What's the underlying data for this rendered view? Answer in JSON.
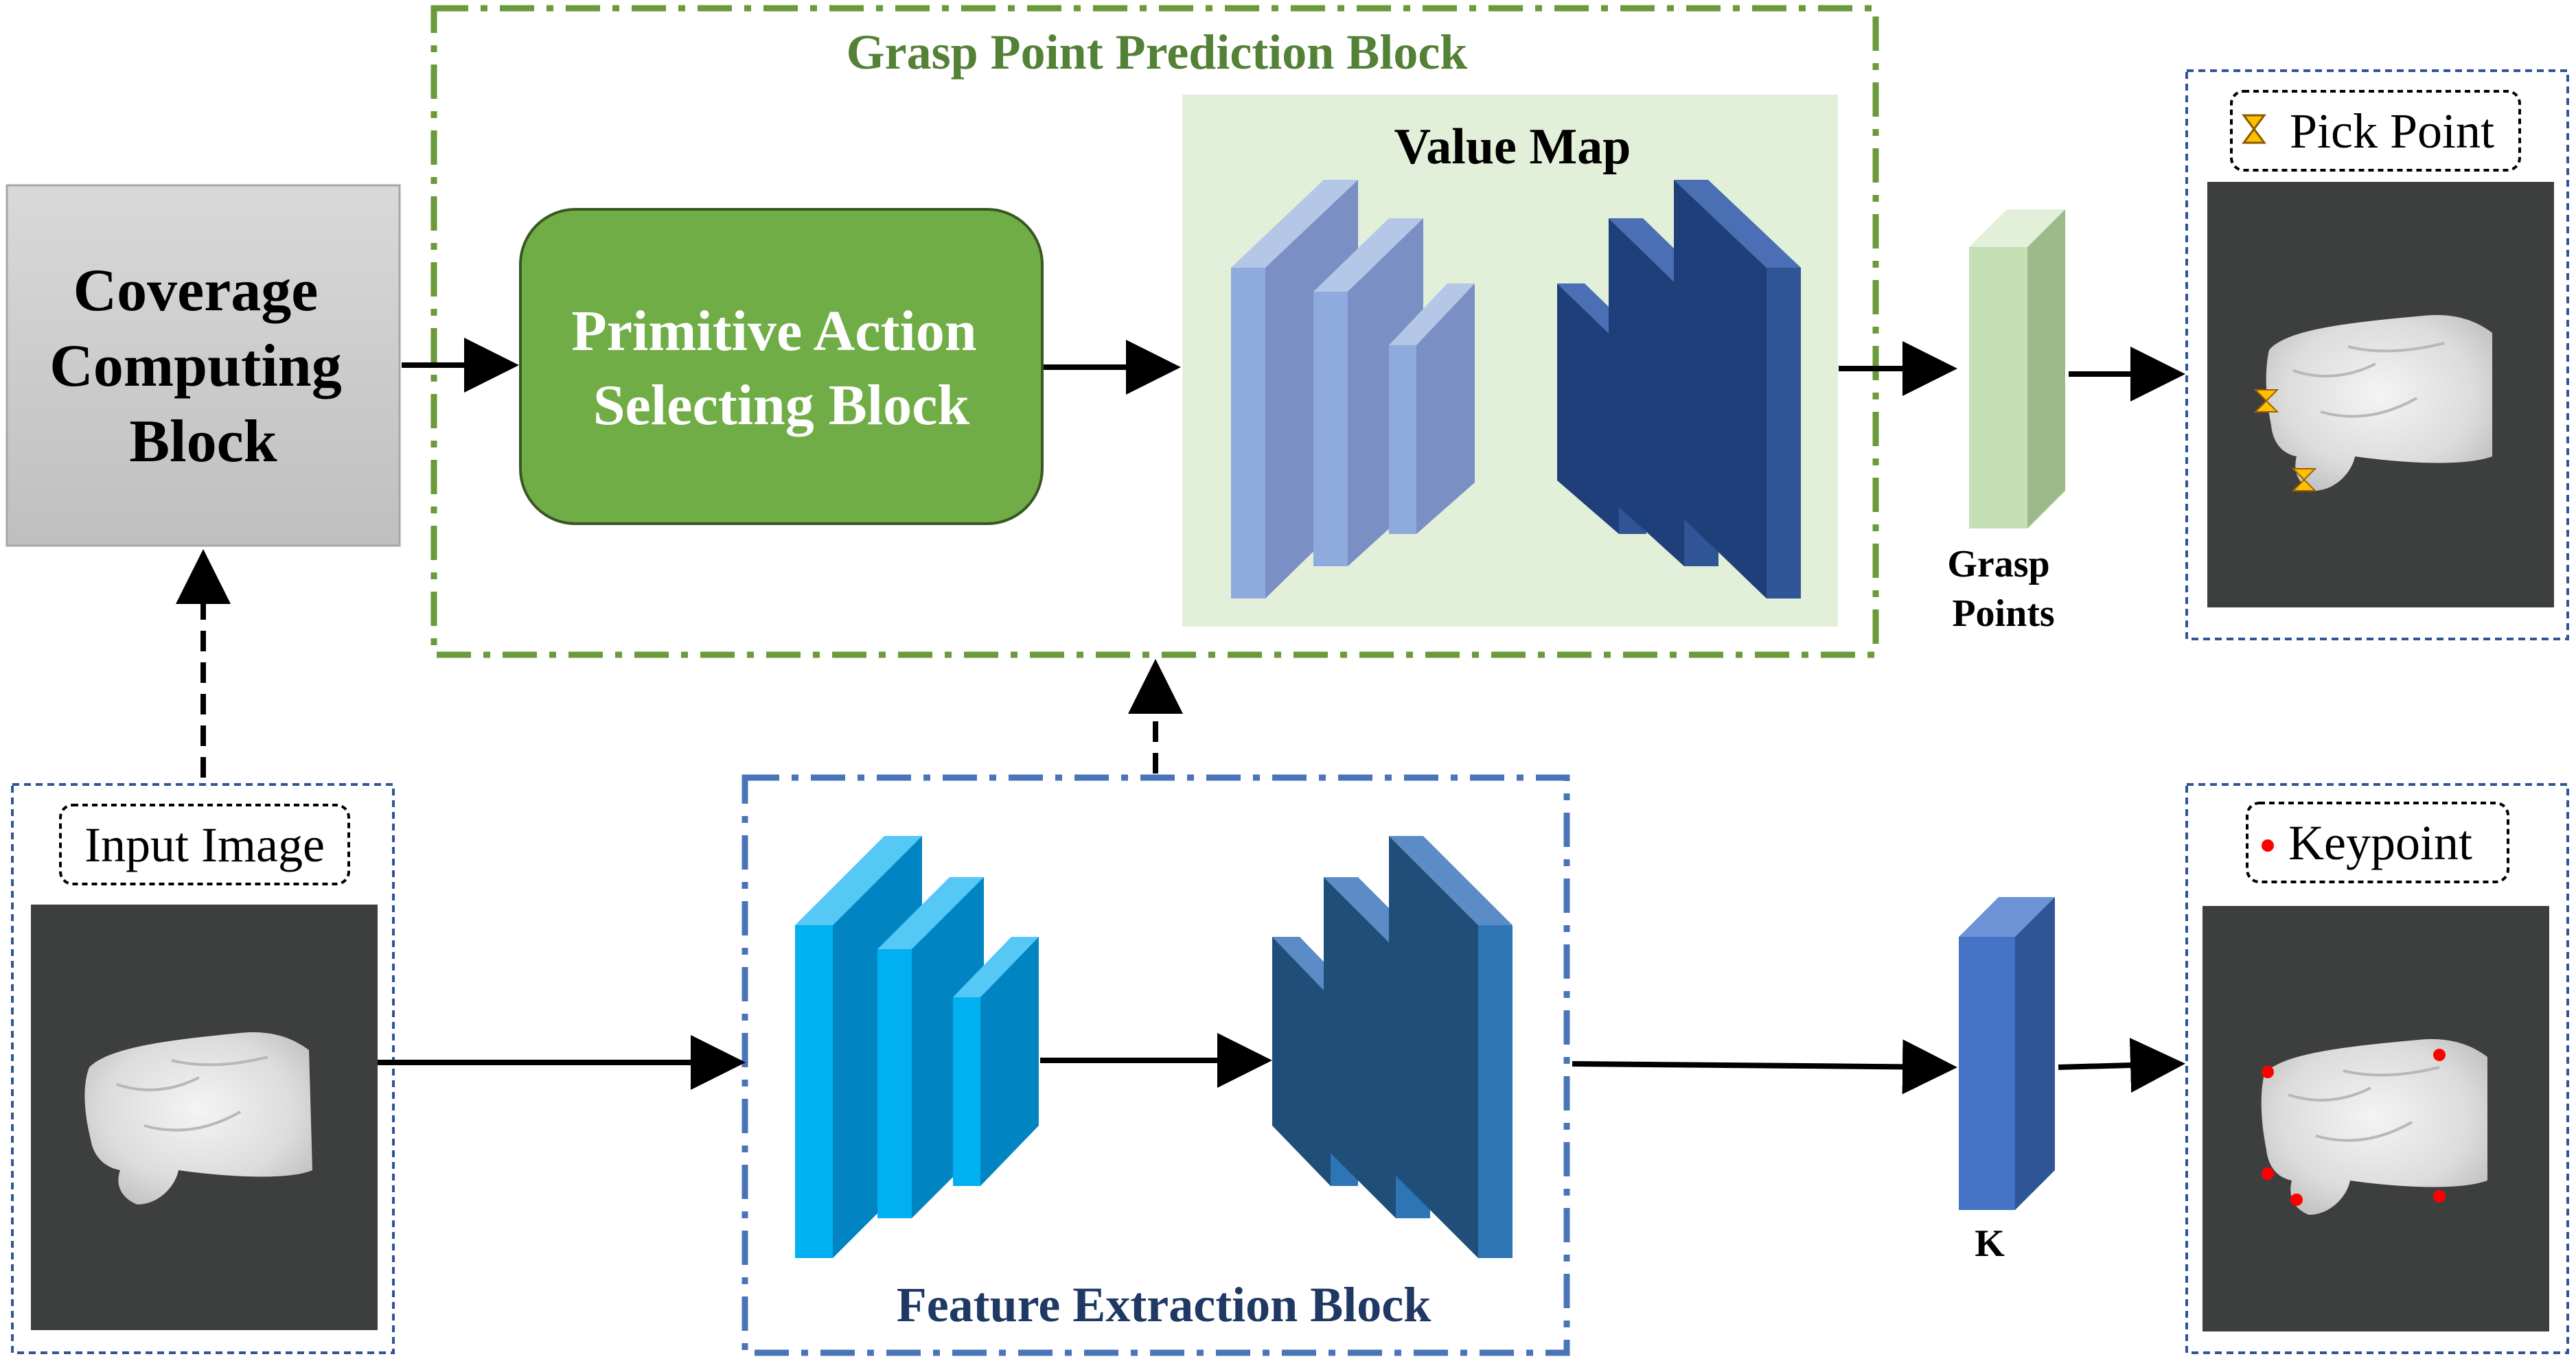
{
  "blocks": {
    "grasp_point_prediction": "Grasp Point Prediction Block",
    "coverage_computing": [
      "Coverage",
      "Computing",
      "Block"
    ],
    "primitive_action": [
      "Primitive Action",
      "Selecting Block"
    ],
    "value_map": "Value Map",
    "feature_extraction": "Feature Extraction Block"
  },
  "outputs": {
    "grasp_points": [
      "Grasp",
      "Points"
    ],
    "k_label": "K"
  },
  "panels": {
    "input_image": "Input Image",
    "pick_point": "Pick Point",
    "keypoint": "Keypoint"
  },
  "colors": {
    "green_dash": "#6a9a3a",
    "blue_dash": "#4a74b8",
    "primitive_fill": "#70ad47",
    "value_map_bg": "#e2efd9",
    "gray_block": "#c8c8c8",
    "light_blue": "#8faadc",
    "dark_blue": "#2f5597",
    "cyan": "#00b0f0",
    "mid_blue": "#2e75b6",
    "grasp_bar": "#c5e0b4",
    "k_bar": "#4472c4",
    "pick_marker": "#ffc000",
    "keypoint_marker": "#ff0000"
  }
}
